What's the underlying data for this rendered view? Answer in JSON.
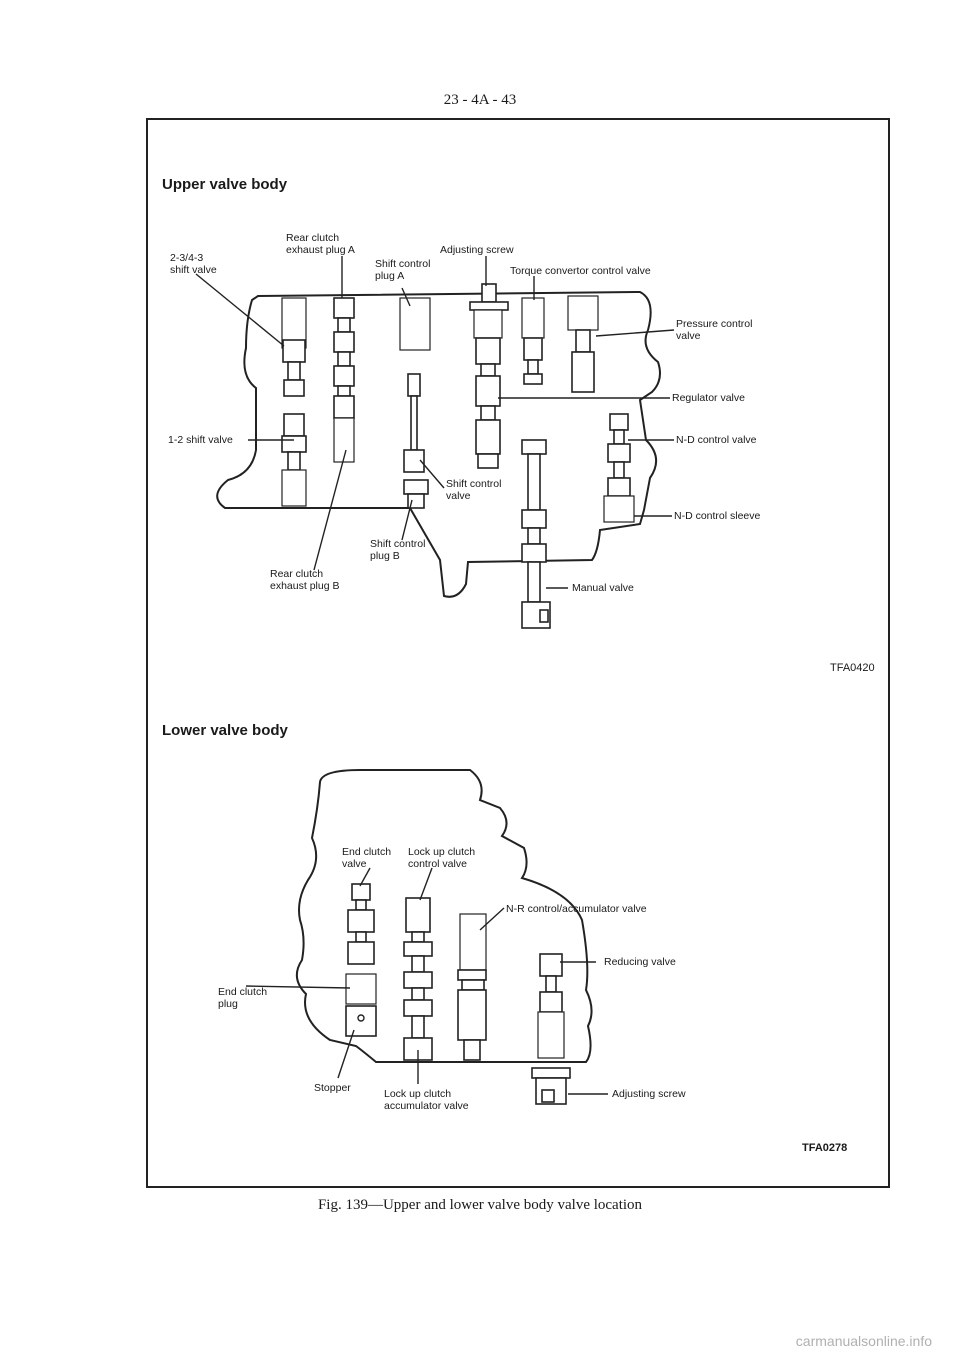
{
  "page": {
    "header": "23 - 4A - 43",
    "caption": "Fig. 139—Upper and lower valve body valve location",
    "watermark": "carmanualsonline.info"
  },
  "upper": {
    "title": "Upper valve body",
    "ref": "TFA0420",
    "labels": {
      "shift_2_34_3": "2-3/4-3\nshift valve",
      "rear_exhaust_a": "Rear clutch\nexhaust plug A",
      "shift_control_a": "Shift control\nplug A",
      "adjusting_screw": "Adjusting screw",
      "torque_conv": "Torque convertor control valve",
      "pressure_control": "Pressure control\nvalve",
      "regulator": "Regulator valve",
      "shift_1_2": "1-2 shift valve",
      "nd_control_valve": "N-D control valve",
      "shift_control_valve": "Shift control\nvalve",
      "nd_control_sleeve": "N-D control sleeve",
      "shift_control_b": "Shift control\nplug B",
      "rear_exhaust_b": "Rear clutch\nexhaust plug B",
      "manual_valve": "Manual valve"
    }
  },
  "lower": {
    "title": "Lower valve body",
    "ref": "TFA0278",
    "labels": {
      "end_clutch_valve": "End clutch\nvalve",
      "lockup_control": "Lock up clutch\ncontrol valve",
      "nr_control": "N-R control/accumulator valve",
      "reducing": "Reducing valve",
      "end_clutch_plug": "End clutch\nplug",
      "stopper": "Stopper",
      "lockup_accum": "Lock up clutch\naccumulator valve",
      "adjusting_screw": "Adjusting screw"
    }
  }
}
